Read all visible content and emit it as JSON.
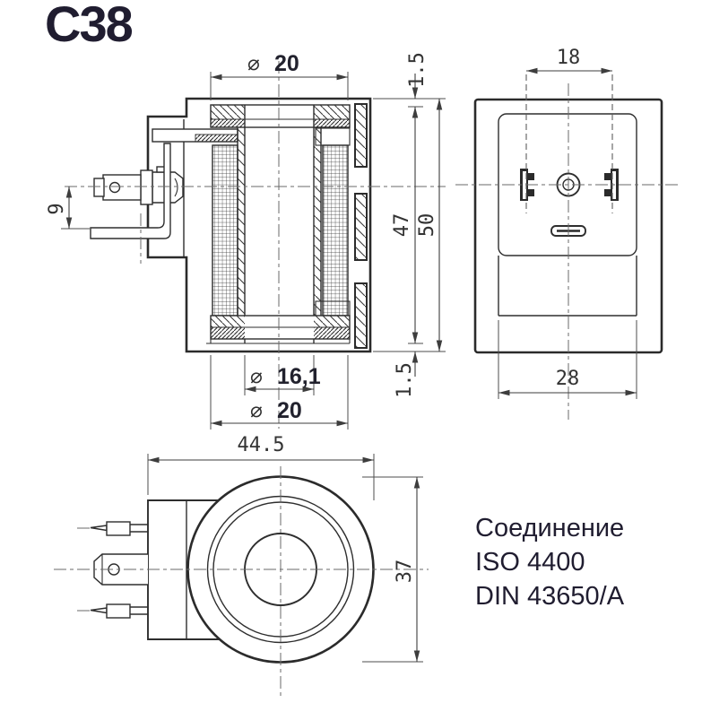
{
  "title": "C38",
  "note": {
    "line1": "Соединение",
    "line2": "ISO 4400",
    "line3": "DIN 43650/A"
  },
  "symbols": {
    "diameter": "⌀"
  },
  "dimensions": {
    "section": {
      "top_flange_diameter": "20",
      "bore_diameter": "16,1",
      "bottom_flange_diameter": "20",
      "inner_height": "47",
      "overall_height": "50",
      "top_plate_thickness": "1.5",
      "bottom_plate_thickness": "1.5",
      "terminal_offset": "9"
    },
    "front": {
      "pin_spacing": "18",
      "connector_width": "28"
    },
    "top": {
      "overall_width": "44.5",
      "coil_diameter": "37"
    }
  },
  "colors": {
    "ink": "#2b2b2b",
    "label_text": "#201d30",
    "background": "#ffffff"
  }
}
